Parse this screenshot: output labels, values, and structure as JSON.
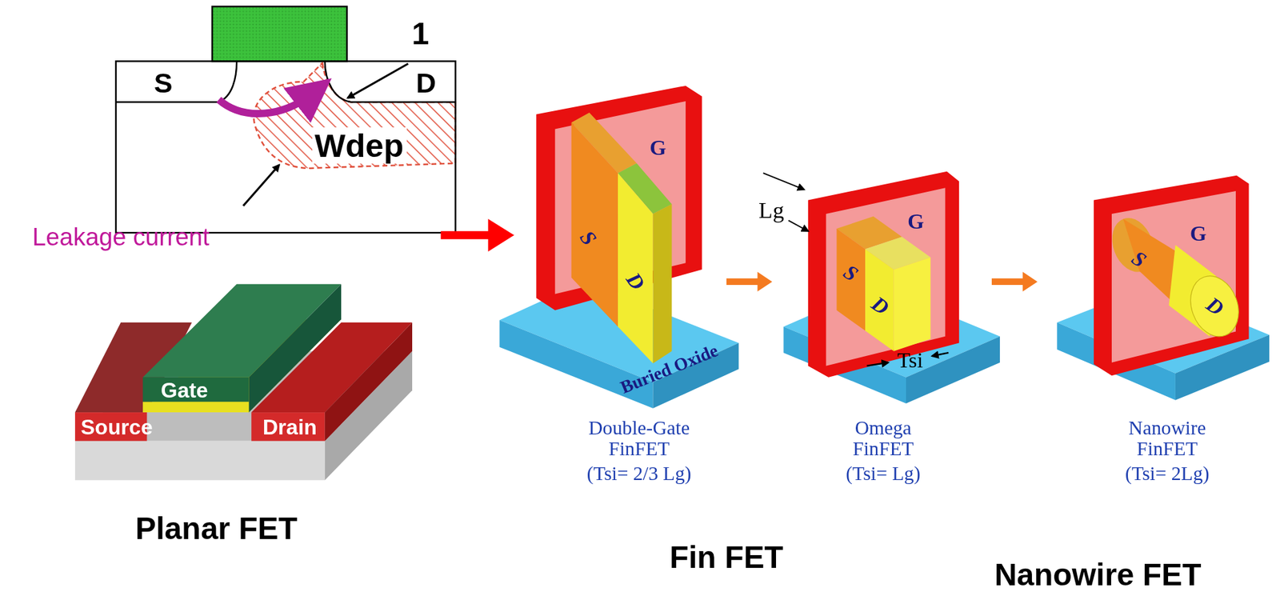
{
  "diagram": {
    "labels": [
      "1",
      "S",
      "D",
      "Wdep",
      "Leakage current",
      "Gate",
      "Source",
      "Drain",
      "Planar FET",
      "G",
      "S",
      "D",
      "Buried Oxide",
      "Double-Gate FinFET",
      "(Tsi= 2/3 Lg)",
      "Lg",
      "G",
      "S",
      "D",
      "Tsi",
      "Omega FinFET",
      "(Tsi= Lg)",
      "G",
      "S",
      "D",
      "Nanowire FinFET",
      "(Tsi= 2Lg)",
      "Fin FET",
      "Nanowire FET"
    ]
  }
}
